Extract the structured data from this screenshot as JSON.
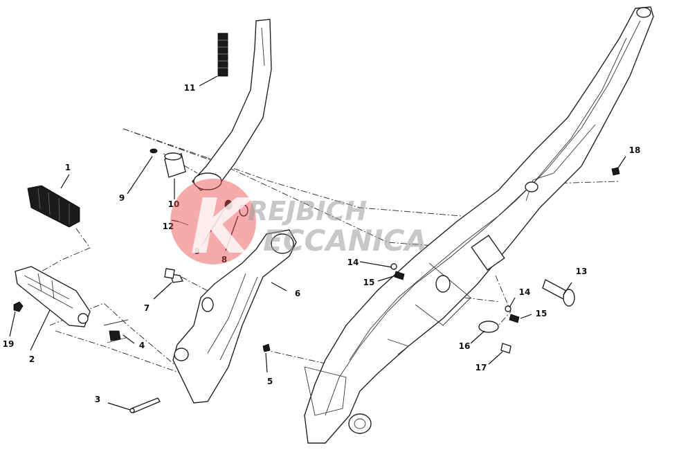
{
  "diagram": {
    "labels": [
      {
        "id": "1",
        "text": "1"
      },
      {
        "id": "2",
        "text": "2"
      },
      {
        "id": "3",
        "text": "3"
      },
      {
        "id": "4",
        "text": "4"
      },
      {
        "id": "5",
        "text": "5"
      },
      {
        "id": "6",
        "text": "6"
      },
      {
        "id": "7",
        "text": "7"
      },
      {
        "id": "8",
        "text": "8"
      },
      {
        "id": "9a",
        "text": "9"
      },
      {
        "id": "9b",
        "text": "9"
      },
      {
        "id": "10",
        "text": "10"
      },
      {
        "id": "11",
        "text": "11"
      },
      {
        "id": "12",
        "text": "12"
      },
      {
        "id": "13",
        "text": "13"
      },
      {
        "id": "14a",
        "text": "14"
      },
      {
        "id": "14b",
        "text": "14"
      },
      {
        "id": "15a",
        "text": "15"
      },
      {
        "id": "15b",
        "text": "15"
      },
      {
        "id": "16",
        "text": "16"
      },
      {
        "id": "17",
        "text": "17"
      },
      {
        "id": "18",
        "text": "18"
      },
      {
        "id": "19",
        "text": "19"
      }
    ]
  },
  "watermark": {
    "line1": "REJBICH",
    "line2": "ECCANICA",
    "logo_letter": "K",
    "logo_color": "#e84545",
    "text_color": "#9a9a9a"
  }
}
